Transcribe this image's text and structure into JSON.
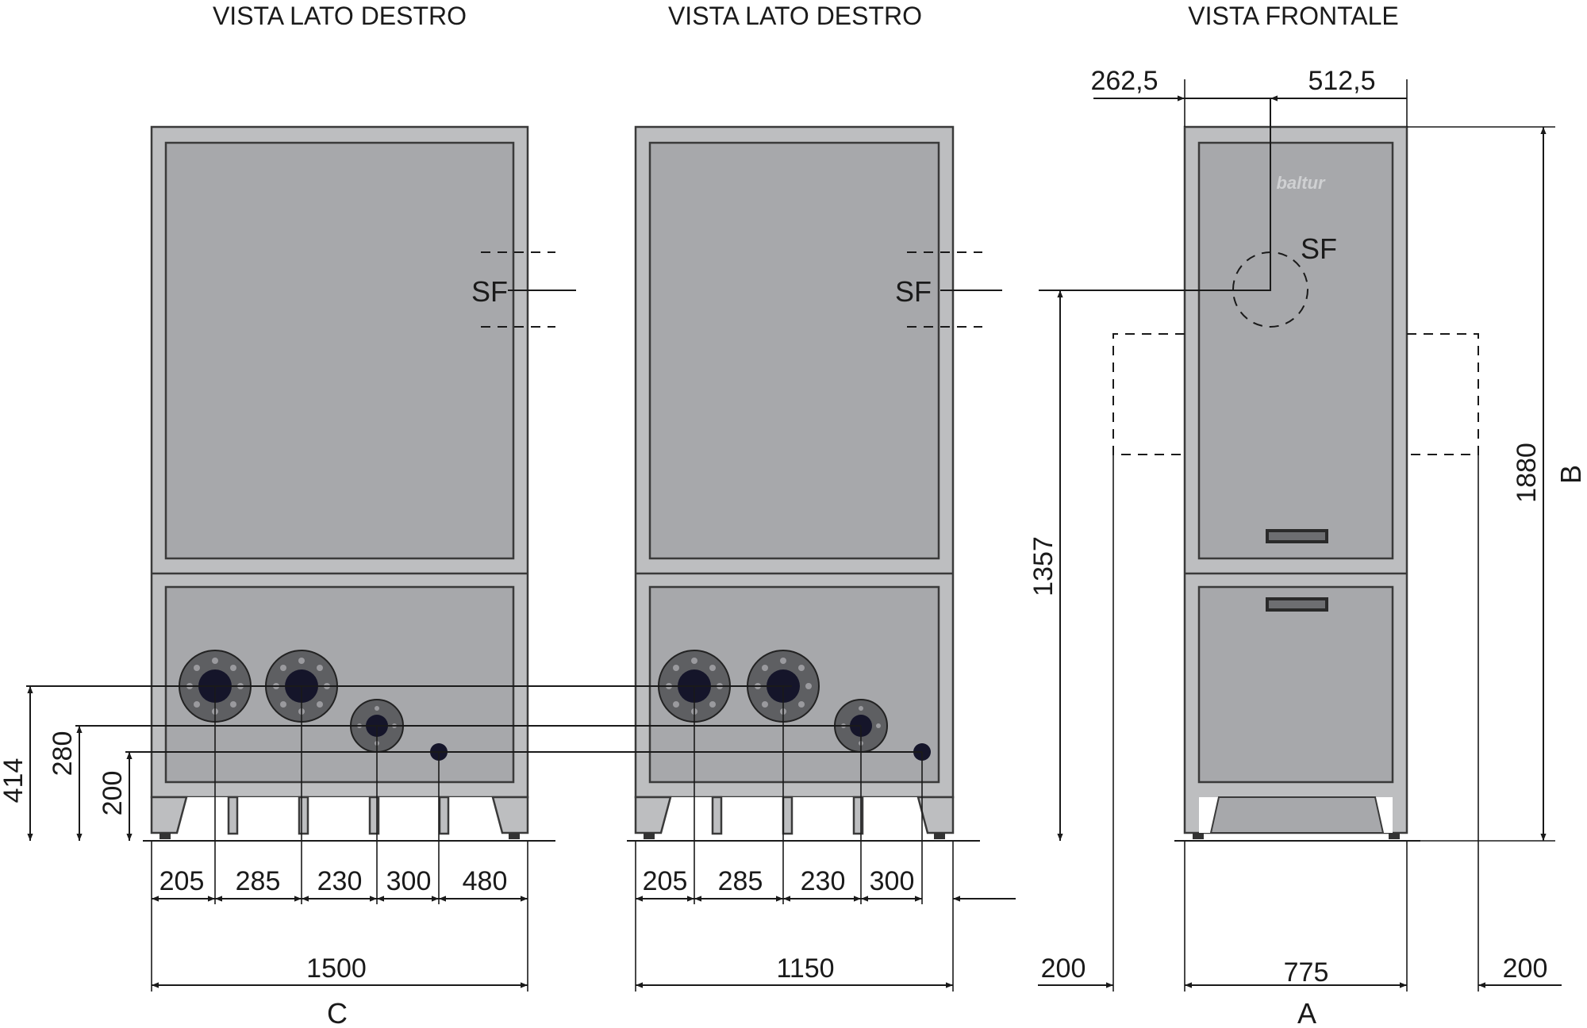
{
  "views": {
    "view1_title": "VISTA LATO DESTRO",
    "view2_title": "VISTA LATO DESTRO",
    "view3_title": "VISTA FRONTALE"
  },
  "labels": {
    "sf": "SF",
    "brand": "baltur",
    "c": "C",
    "a": "A",
    "b": "B"
  },
  "view1_dims": {
    "h414": "414",
    "h280": "280",
    "h200": "200",
    "d205": "205",
    "d285": "285",
    "d230": "230",
    "d300": "300",
    "d480": "480",
    "total": "1500"
  },
  "view2_dims": {
    "d205": "205",
    "d285": "285",
    "d230": "230",
    "d300": "300",
    "total": "1150"
  },
  "view3_dims": {
    "top_left": "262,5",
    "top_right": "512,5",
    "h1357": "1357",
    "h1880": "1880",
    "left_200": "200",
    "width_775": "775",
    "right_200": "200"
  },
  "colors": {
    "frame": "#bdbec0",
    "panel": "#a7a8ab",
    "flange": "#5e5f62",
    "pipe": "#15152a",
    "line": "#1a1a1a"
  }
}
